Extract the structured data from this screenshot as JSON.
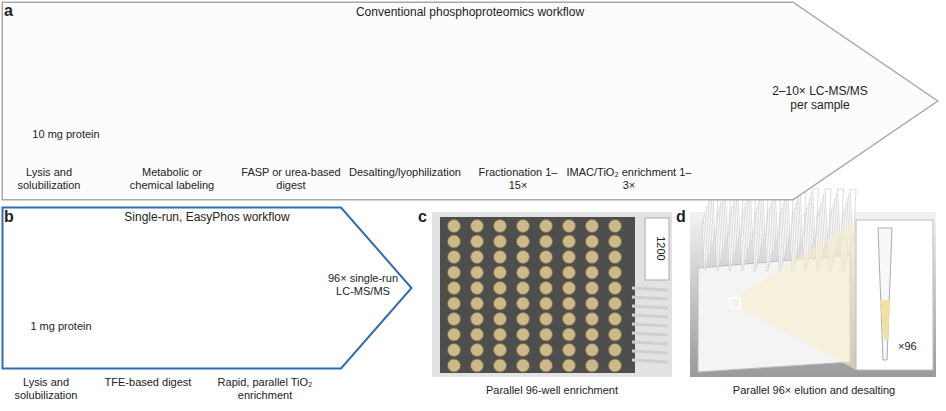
{
  "diagram": {
    "nodes": [
      {
        "text": [
          "Conventional phosphoproteomics workflow"
        ]
      },
      {
        "text": [
          "Single-run, EasyPhos workflow"
        ]
      }
    ],
    "labels": [
      "a",
      "10 mg protein",
      "Lysis and solubilization",
      "Metabolic or chemical labeling",
      "FASP or urea-based digest",
      "Desalting/lyophilization",
      "Fractionation 1–15×",
      "IMAC/TiO₂ enrichment 1–3×",
      "2–10× LC-MS/MS per sample",
      "b",
      "1 mg protein",
      "96× single-run LC-MS/MS",
      "Lysis and solubilization",
      "TFE-based digest",
      "Rapid, parallel TiO₂ enrichment",
      "c",
      "1200",
      "Parallel 96-well enrichment",
      "d",
      "×96",
      "Parallel 96× elution and desalting"
    ]
  }
}
